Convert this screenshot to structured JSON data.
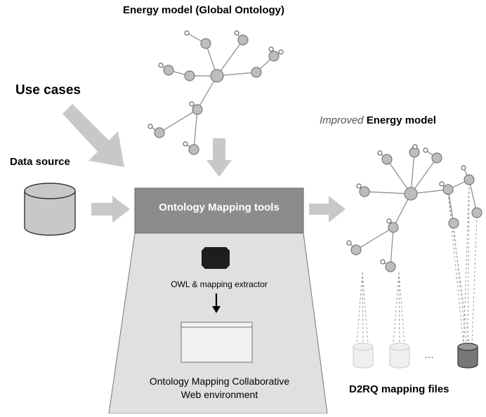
{
  "title_top": "Energy model (Global Ontology)",
  "use_cases": "Use cases",
  "data_source": "Data source",
  "improved": {
    "prefix": "Improved",
    "suffix": "Energy model"
  },
  "tools_box": "Ontology Mapping tools",
  "extractor": "OWL & mapping  extractor",
  "collab": {
    "line1": "Ontology Mapping Collaborative",
    "line2": "Web environment"
  },
  "d2rq": "D2RQ mapping files",
  "ellipsis": "…",
  "colors": {
    "arrow": "#c8c8c8",
    "node_fill": "#bdbdbd",
    "node_stroke": "#7a7a7a",
    "tools_box": "#8c8c8c",
    "trapezoid": "#e0e0e0",
    "chip": "#1e1e1e",
    "faded_db": "#d9d9d9",
    "dark_db": "#777777"
  }
}
